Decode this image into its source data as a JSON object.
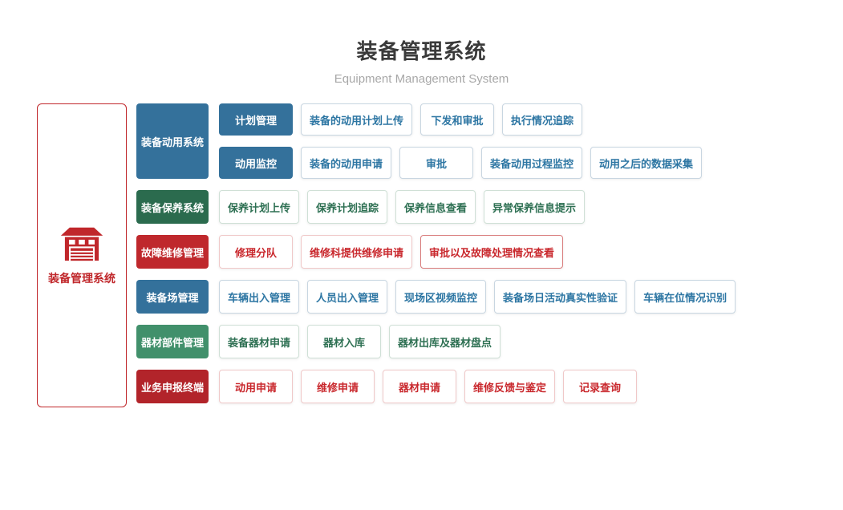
{
  "header": {
    "title": "装备管理系统",
    "subtitle": "Equipment Management System"
  },
  "root": {
    "label": "装备管理系统",
    "icon": "garage-icon",
    "accent_color": "#c0272b"
  },
  "themes": {
    "blue": {
      "header_bg": "#34719b",
      "item_text": "#2d76a3",
      "item_border": "#c8d6e1"
    },
    "green_dark": {
      "header_bg": "#2b6b4e",
      "item_text": "#2e7053",
      "item_border": "#cfe0d6"
    },
    "green": {
      "header_bg": "#41906b",
      "item_text": "#2e7053",
      "item_border": "#cfe0d6"
    },
    "red": {
      "header_bg": "#bf282c",
      "item_text": "#c9282d",
      "item_border": "#f0c8c8",
      "item_border_strong": "#d97c7c"
    },
    "red_dark": {
      "header_bg": "#b2242a",
      "item_text": "#c9282d",
      "item_border": "#f0c8c8"
    }
  },
  "rows": [
    {
      "id": "deployment-system",
      "label": "装备动用系统",
      "theme": "blue",
      "subrows": [
        {
          "id": "plan-management",
          "label": "计划管理",
          "items": [
            "装备的动用计划上传",
            "下发和审批",
            "执行情况追踪"
          ]
        },
        {
          "id": "deployment-monitoring",
          "label": "动用监控",
          "items": [
            "装备的动用申请",
            "审批",
            "装备动用过程监控",
            "动用之后的数据采集"
          ]
        }
      ]
    },
    {
      "id": "maintenance-system",
      "label": "装备保养系统",
      "theme": "green_dark",
      "items": [
        "保养计划上传",
        "保养计划追踪",
        "保养信息查看",
        "异常保养信息提示"
      ]
    },
    {
      "id": "fault-repair-management",
      "label": "故障维修管理",
      "theme": "red",
      "items": [
        "修理分队",
        "维修科提供维修申请",
        {
          "label": "审批以及故障处理情况查看",
          "highlight": true
        }
      ]
    },
    {
      "id": "depot-management",
      "label": "装备场管理",
      "theme": "blue",
      "items": [
        "车辆出入管理",
        "人员出入管理",
        "现场区视频监控",
        "装备场日活动真实性验证",
        "车辆在位情况识别"
      ]
    },
    {
      "id": "parts-management",
      "label": "器材部件管理",
      "theme": "green",
      "items": [
        "装备器材申请",
        "器材入库",
        "器材出库及器材盘点"
      ]
    },
    {
      "id": "service-report-terminal",
      "label": "业务申报终端",
      "theme": "red_dark",
      "items": [
        "动用申请",
        "维修申请",
        "器材申请",
        "维修反馈与鉴定",
        "记录查询"
      ]
    }
  ]
}
